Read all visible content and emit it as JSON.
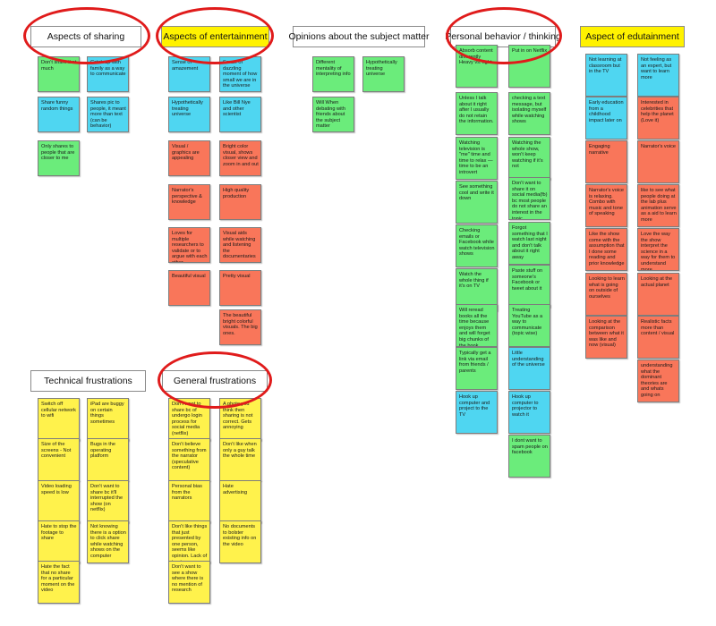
{
  "colors": {
    "green": "#6bec7b",
    "blue": "#4fd6f1",
    "orange": "#f9765a",
    "yellow": "#fff24c",
    "highlight": "#fff200",
    "circle": "#e01b1b"
  },
  "headers": {
    "sharing": "Aspects of sharing",
    "entertainment": "Aspects of entertainment",
    "opinions": "Opinions about the subject matter",
    "personal": "Personal behavior / thinking",
    "edutainment": "Aspect of edutainment",
    "technical": "Technical frustrations",
    "general": "General frustrations"
  },
  "notes": {
    "sharing": [
      "Don't share that much",
      "Catch up with family as a way to communicate",
      "Share funny random things",
      "Shares pic to people, it meant more than text (can be behavior)",
      "Only shares to people that are closer to me"
    ],
    "entertainment": [
      "Sense of amazement",
      "Sense of dazzling moment of how small we are in the universe",
      "Hypothetically treating universe",
      "Like Bill Nye and other scientist",
      "Visual / graphics are appealing",
      "Bright color visual, shows closer view and zoom in and out",
      "Narrator's perspective & knowledge",
      "High quality production",
      "Loves for multiple researchers to validate or to argue with each other",
      "Visual aids while watching and listening the documentaries",
      "Beautiful visual",
      "Pretty visual",
      "The beautiful bright colorful visuals. The big ones."
    ],
    "opinions": [
      "Different mentality of interpreting info",
      "Hypothetically treating universe",
      "Will When debating with friends about the subject matter"
    ],
    "personal": [
      "Absorb content differently Heavy vs. light",
      "Put in on Netflix",
      "Unless I talk about it right after I usually do not retain the information.",
      "checking a text message, but isolating myself while watching shows",
      "Watching television is \"me\" time and time to relax — time to be an introvert",
      "Watching the whole show, won't keep watching if it's not",
      "See something cool and write it down",
      "Don't want to share it on social media(fb) bc most people do not share an interest in the topic",
      "Checking emails or Facebook while watch television shows",
      "Forgot something that I watch last night and don't talk about it right away",
      "Watch the whole thing if it's on TV",
      "Paste stuff on someone's Facebook or tweet about it",
      "Will reread books all the time because enjoys them and will forget big chunks of the book.",
      "Treating YouTube as a way to communicate (topic wise)",
      "Typically get a link via email from friends / parents",
      "Little understanding of the universe",
      "Hook up computer and project to the TV",
      "Hook up computer to projector to watch it",
      "I dont want to spam people on facebook"
    ],
    "edutainment": [
      "Not learning at classroom but in the TV",
      "Not feeling as an expert, but want to learn more",
      "Early education from a childhood impact later on",
      "Interested in celebrities that help the planet (Love it)",
      "Engaging narrative",
      "Narrator's voice",
      "Narrator's voice is relaxing. Combo with music and tone of speaking",
      "like to see what people doing at the lab plus animation serve as a aid to learn more",
      "Like the show come with the assumption that I done some reading and prior knowledge",
      "Love the way the show interpret the science in a way for them to understand more",
      "Looking to learn what is going on outside of ourselves",
      "Looking at the actual planet",
      "Looking at the comparison between what it was like and now (visual)",
      "Realistic facts more than content / visual",
      "understanding what the dominant theories are and whats going on"
    ],
    "technical": [
      "Switch off cellular network to wifi",
      "iPad are buggy on certain things sometimes",
      "Size of the screens - Not convenient",
      "Bugs in the operating platform",
      "Video loading speed is low",
      "Don't want to share bc it'll interrupted the show (on netflix)",
      "Hate to stop the footage to share",
      "Not knowing there is a option to click share while watching shows on the computer",
      "Hate the fact that no share for a particular moment on the video"
    ],
    "general": [
      "Don't want to share bc of undergo login process for social media (netflix)",
      "A photo you think then sharing is not correct. Gets annoying",
      "Don't believe something from the narrator (speculative content)",
      "Don't like when only a guy talk the whole time",
      "Personal bias from the narrators",
      "Hate advertising",
      "Don't like things that just presented by one person, seems like opinion. Lack of trust",
      "No documents to bolster existing info on the video",
      "Don't want to see a show where there is no mention of research"
    ]
  }
}
